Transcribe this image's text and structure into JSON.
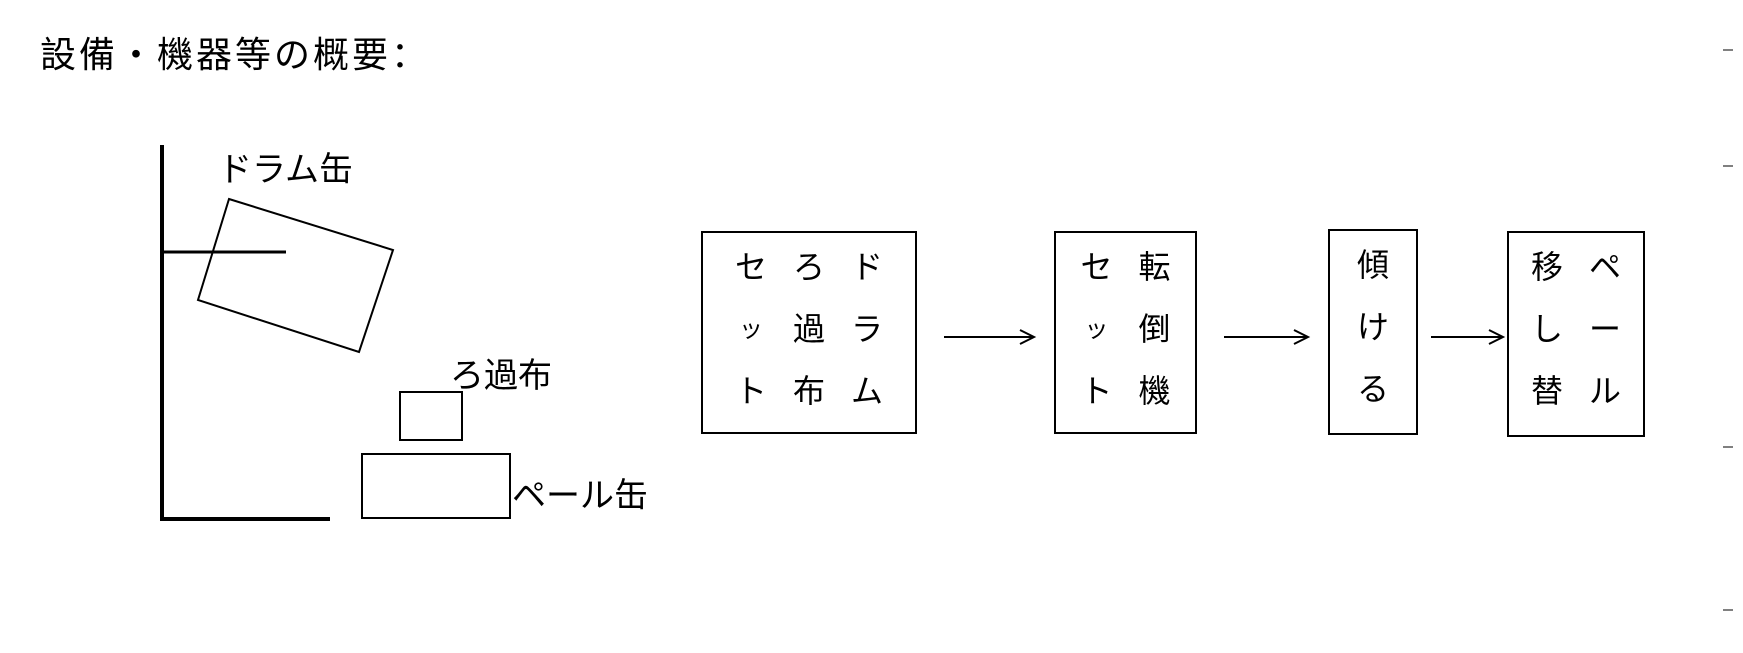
{
  "heading": "設備・機器等の概要：",
  "illustration": {
    "drum_label": "ドラム缶",
    "filter_label": "ろ過布",
    "pail_label": "ペール缶"
  },
  "flow": {
    "steps": [
      {
        "columns": [
          [
            "ド",
            "ラ",
            "ム"
          ],
          [
            "ろ",
            "過",
            "布"
          ],
          [
            "セ",
            "ッ",
            "ト"
          ]
        ]
      },
      {
        "columns": [
          [
            "転",
            "倒",
            "機"
          ],
          [
            "セ",
            "ッ",
            "ト"
          ]
        ]
      },
      {
        "columns": [
          [
            "傾",
            "け",
            "る"
          ]
        ]
      },
      {
        "columns": [
          [
            "ペ",
            "ー",
            "ル"
          ],
          [
            "移",
            "し",
            "替"
          ]
        ]
      }
    ]
  }
}
